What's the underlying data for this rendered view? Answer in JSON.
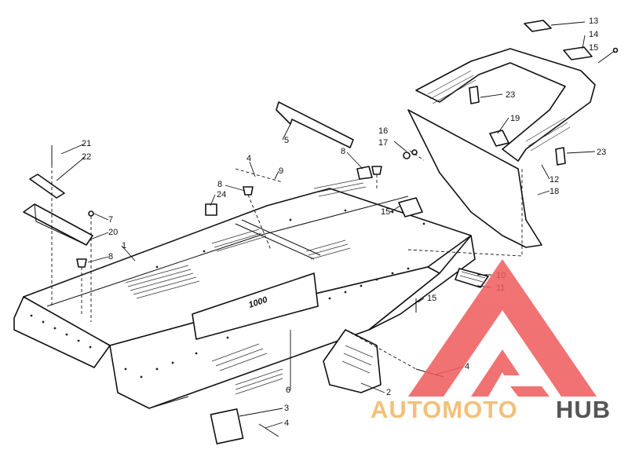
{
  "diagram": {
    "callouts": [
      {
        "id": "c1",
        "label": "1"
      },
      {
        "id": "c2",
        "label": "2"
      },
      {
        "id": "c3",
        "label": "3"
      },
      {
        "id": "c4a",
        "label": "4"
      },
      {
        "id": "c4b",
        "label": "4"
      },
      {
        "id": "c4c",
        "label": "4"
      },
      {
        "id": "c5",
        "label": "5"
      },
      {
        "id": "c6",
        "label": "6"
      },
      {
        "id": "c7",
        "label": "7"
      },
      {
        "id": "c8a",
        "label": "8"
      },
      {
        "id": "c8b",
        "label": "8"
      },
      {
        "id": "c8c",
        "label": "8"
      },
      {
        "id": "c9",
        "label": "9"
      },
      {
        "id": "c10",
        "label": "10"
      },
      {
        "id": "c11",
        "label": "11"
      },
      {
        "id": "c12",
        "label": "12"
      },
      {
        "id": "c13",
        "label": "13"
      },
      {
        "id": "c14",
        "label": "14"
      },
      {
        "id": "c15a",
        "label": "15"
      },
      {
        "id": "c15b",
        "label": "15"
      },
      {
        "id": "c15c",
        "label": "15"
      },
      {
        "id": "c16",
        "label": "16"
      },
      {
        "id": "c17",
        "label": "17"
      },
      {
        "id": "c18",
        "label": "18"
      },
      {
        "id": "c19",
        "label": "19"
      },
      {
        "id": "c20",
        "label": "20"
      },
      {
        "id": "c21",
        "label": "21"
      },
      {
        "id": "c22",
        "label": "22"
      },
      {
        "id": "c23a",
        "label": "23"
      },
      {
        "id": "c23b",
        "label": "23"
      },
      {
        "id": "c24",
        "label": "24"
      }
    ],
    "decal_text": "1000"
  },
  "watermark": {
    "text_part1": "AUTOMOTO",
    "text_part2": "HUB",
    "color_part1": "#f3c07a",
    "color_part2": "#555555",
    "logo_color": "#ee5a5a"
  }
}
